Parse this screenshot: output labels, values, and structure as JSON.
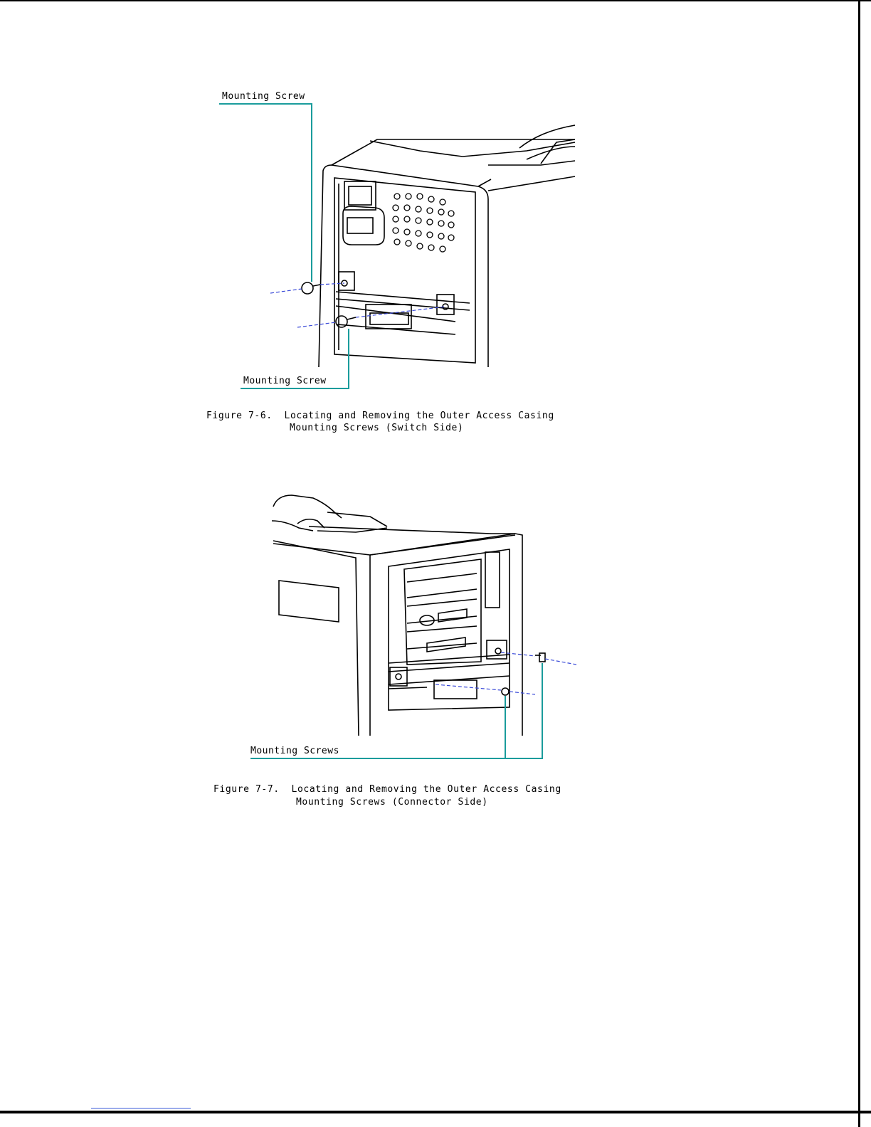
{
  "figure_6": {
    "callout_top": "Mounting Screw",
    "callout_bottom": "Mounting Screw",
    "caption_line1": "Figure 7-6.  Locating and Removing the Outer Access Casing",
    "caption_line2": "Mounting Screws (Switch Side)"
  },
  "figure_7": {
    "callout": "Mounting Screws",
    "caption_line1": "Figure 7-7.  Locating and Removing the Outer Access Casing",
    "caption_line2": "Mounting Screws (Connector Side)"
  },
  "colors": {
    "leader_line": "#1a9c9c",
    "screw_path": "#3a4ad8",
    "drawing": "#000000"
  }
}
